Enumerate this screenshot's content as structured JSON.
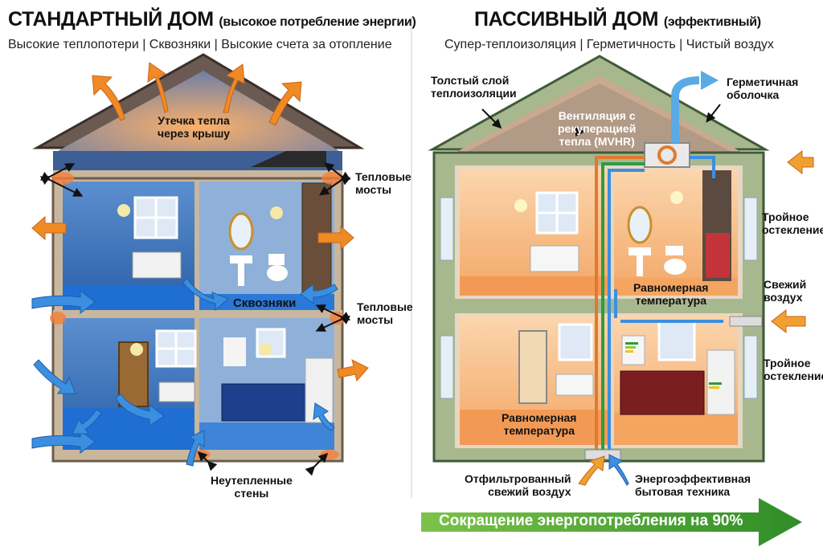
{
  "left": {
    "title": "СТАНДАРТНЫЙ ДОМ",
    "title_note": "(высокое потребление энергии)",
    "subtitle": "Высокие теплопотери | Сквозняки | Высокие счета за отопление",
    "labels": {
      "roof_leak": "Утечка тепла\nчерез крышу",
      "thermal_bridges_top": "Тепловые\nмосты",
      "drafts": "Сквозняки",
      "thermal_bridges_mid": "Тепловые\nмосты",
      "uninsulated_walls": "Неутепленные\nстены"
    }
  },
  "right": {
    "title": "ПАССИВНЫЙ ДОМ",
    "title_note": "(эффективный)",
    "subtitle": "Супер-теплоизоляция | Герметичность | Чистый воздух",
    "labels": {
      "thick_insulation": "Толстый слой\nтеплоизоляции",
      "mvhr": "Вентиляция с\nрекуперацией\nтепла (MVHR)",
      "airtight": "Герметичная\nоболочка",
      "triple_glazing_top": "Тройное\nостекление",
      "fresh_air": "Свежий\nвоздух",
      "even_temp_top": "Равномерная\nтемпература",
      "triple_glazing_bottom": "Тройное\nостекление",
      "even_temp_bottom": "Равномерная\nтемпература",
      "filtered_air": "Отфильтрованный\nсвежий воздух",
      "efficient_appliances": "Энергоэффективная\nбытовая техника"
    },
    "banner": "Сокращение энергопотребления на 90%"
  },
  "colors": {
    "cold_blue": "#2f7fd6",
    "heat_orange": "#f08a24",
    "warm_peach": "#f7b77a",
    "insulation_green": "#7f9b6e",
    "banner_green": "#3f9b2b"
  }
}
